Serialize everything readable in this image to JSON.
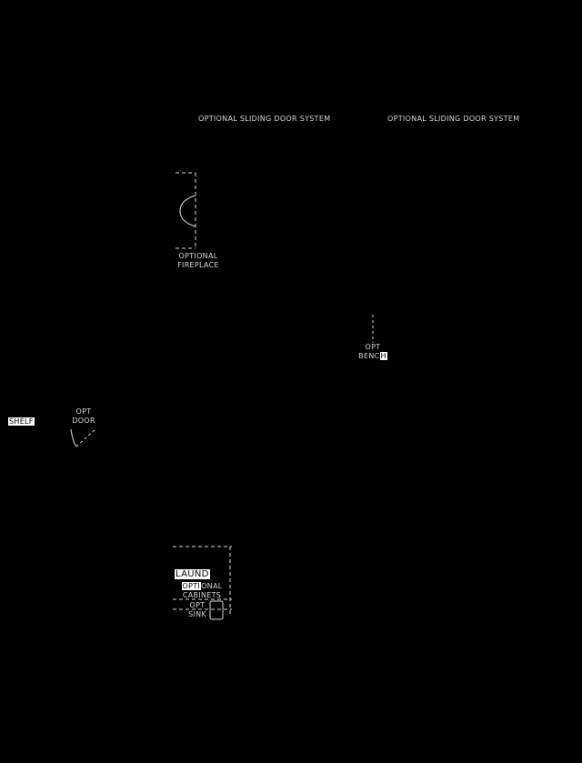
{
  "labels": {
    "sliding_door_1": "OPTIONAL SLIDING DOOR SYSTEM",
    "sliding_door_2": "OPTIONAL SLIDING DOOR SYSTEM",
    "fireplace_line1": "OPTIONAL",
    "fireplace_line2": "FIREPLACE",
    "bench_line1": "OPT",
    "bench_line2_a": "BENC",
    "bench_line2_b": "H",
    "door_line1": "OPT",
    "door_line2": "DOOR",
    "shelf": "SHELF",
    "laundry": "LAUND",
    "cabinets_line1_a": "OPTI",
    "cabinets_line1_b": "ONAL",
    "cabinets_line2": "CABINETS",
    "sink_line1": "OPT",
    "sink_line2": "SINK"
  },
  "colors": {
    "background": "#000000",
    "linework": "#d8d8d8",
    "label_text": "#d8d8d8",
    "highlight_fill": "#ffffff"
  }
}
